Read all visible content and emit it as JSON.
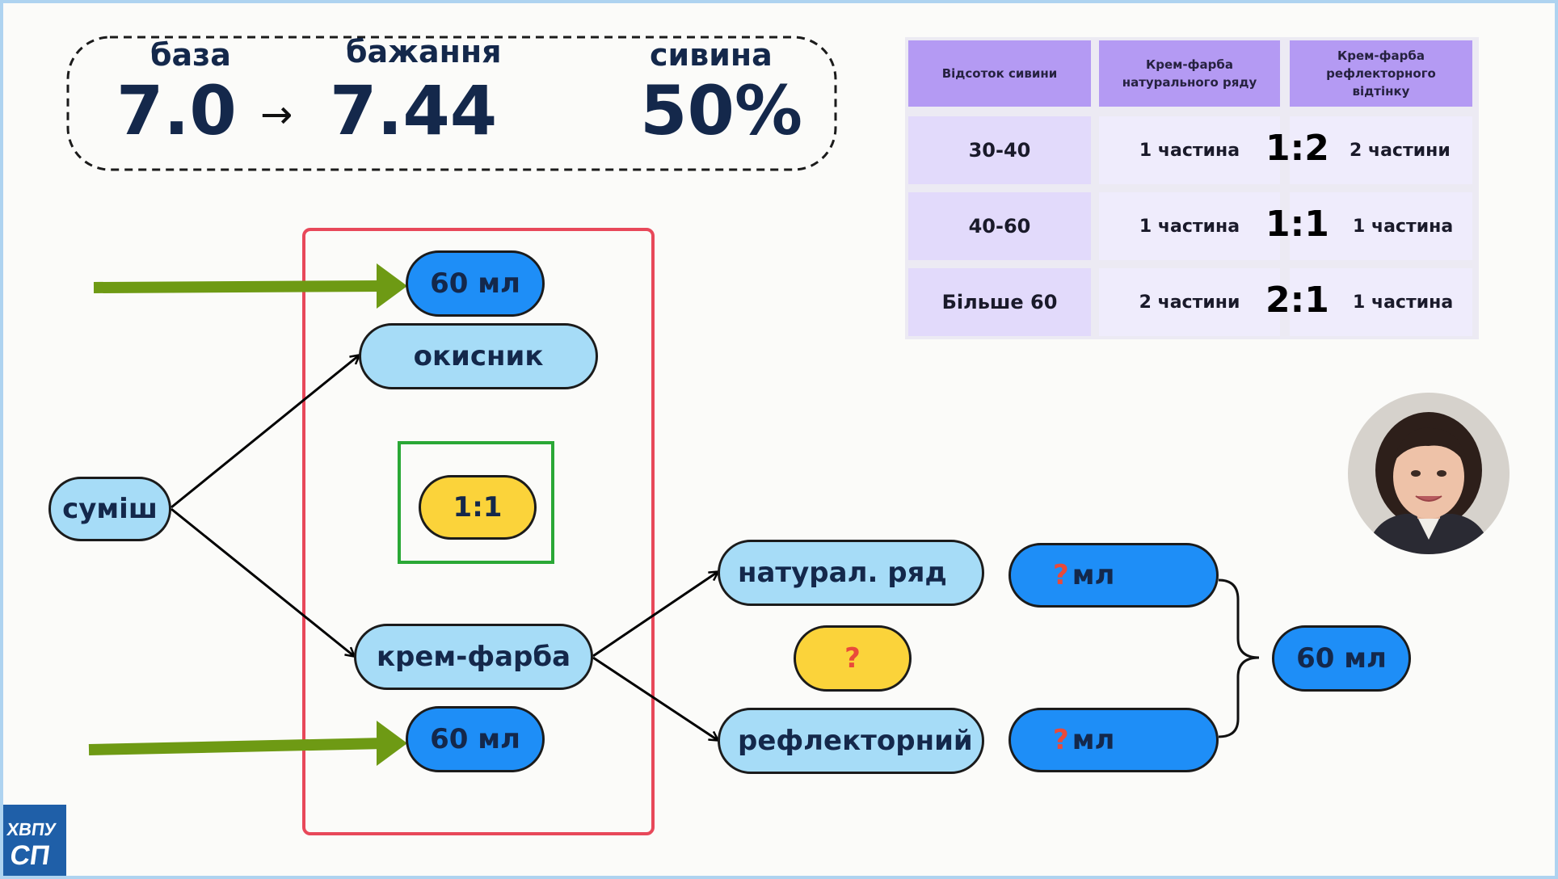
{
  "header": {
    "base_label": "база",
    "base_value": "7.0",
    "arrow": "→",
    "desired_label": "бажання",
    "desired_value": "7.44",
    "gray_label": "сивина",
    "gray_value": "50%"
  },
  "table": {
    "headers": [
      "Відсоток сивини",
      "Крем-фарба натурального ряду",
      "Крем-фарба рефлекторного відтінку"
    ],
    "rows": [
      {
        "percent": "30-40",
        "natural": "1 частина",
        "ratio": "1:2",
        "reflect": "2 частини"
      },
      {
        "percent": "40-60",
        "natural": "1 частина",
        "ratio": "1:1",
        "reflect": "1 частина"
      },
      {
        "percent": "Більше 60",
        "natural": "2 частини",
        "ratio": "2:1",
        "reflect": "1 частина"
      }
    ]
  },
  "diagram": {
    "mix": "суміш",
    "oxidizer": "окисник",
    "oxidizer_amount": "60 мл",
    "mix_ratio": "1:1",
    "cream_color": "крем-фарба",
    "cream_amount": "60 мл",
    "natural": "натурал. ряд",
    "reflective": "рефлекторний",
    "unknown_ratio": "?",
    "natural_amount_q": "?",
    "natural_amount_unit": "мл",
    "reflective_amount_q": "?",
    "reflective_amount_unit": "мл",
    "total": "60 мл"
  },
  "logo": {
    "line1": "ХВПУ",
    "line2": "СП"
  },
  "colors": {
    "light_node": "#a6dcf7",
    "blue_node": "#1e8ef7",
    "yellow_node": "#fbd33a",
    "red_box": "#e8485a",
    "green_box": "#2aa836",
    "green_arrow": "#6e9a14",
    "table_header": "#b49af3"
  }
}
